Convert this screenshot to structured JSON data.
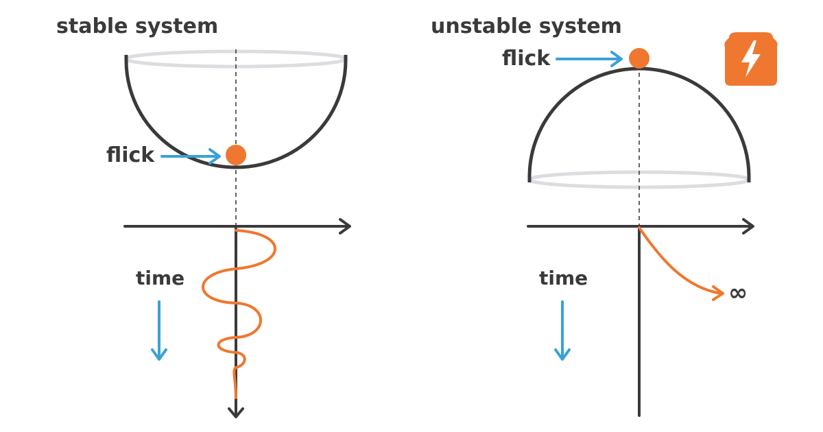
{
  "panels": {
    "stable": {
      "title": "stable system",
      "flick_label": "flick",
      "time_label": "time"
    },
    "unstable": {
      "title": "unstable system",
      "flick_label": "flick",
      "time_label": "time",
      "limit_symbol": "∞"
    }
  },
  "colors": {
    "curve": "#3a3a3c",
    "rim": "#dcdde0",
    "ball": "#f0772f",
    "arrow_blue": "#3aa1d6",
    "trajectory": "#f0772f",
    "logo_bg": "#f0772f"
  },
  "logo": {
    "icon": "lightning-bolt-icon"
  }
}
